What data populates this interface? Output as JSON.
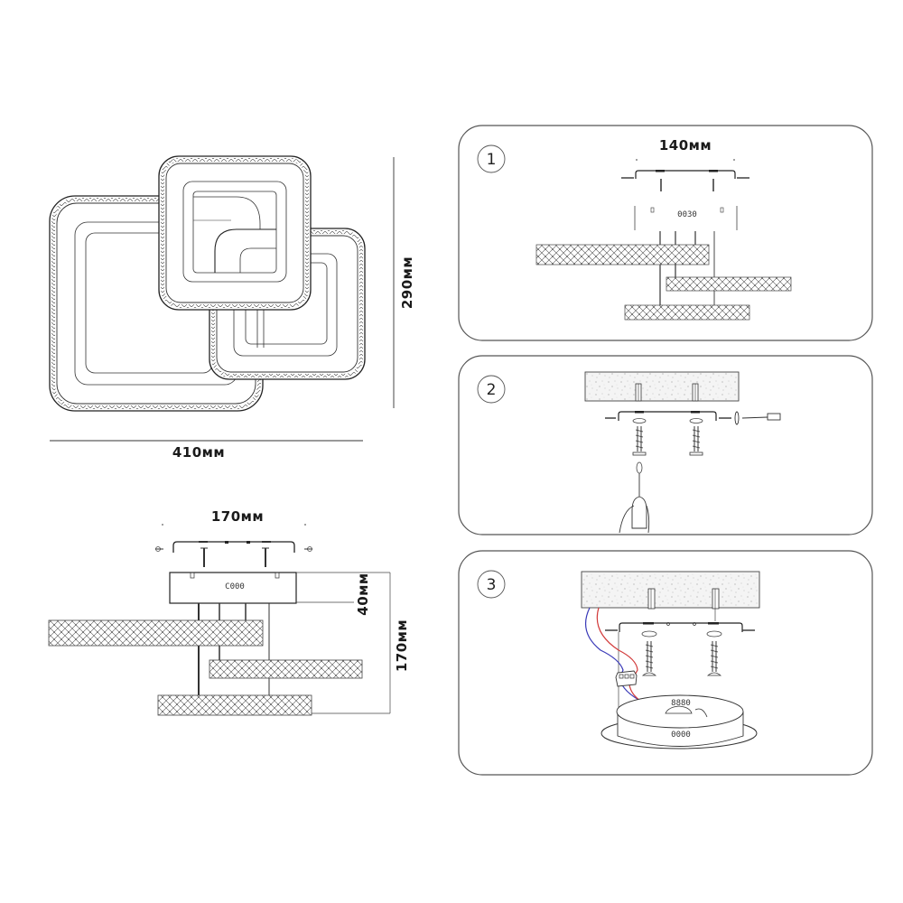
{
  "top_view": {
    "width_label": "410мм",
    "height_label": "290мм",
    "rings": [
      {
        "name": "large-left-ring"
      },
      {
        "name": "top-center-ring"
      },
      {
        "name": "right-small-ring"
      }
    ]
  },
  "side_view": {
    "bracket_width_label": "170мм",
    "canopy_height_label": "40мм",
    "total_height_label": "170мм",
    "canopy_code": "C000"
  },
  "steps": [
    {
      "number": "1",
      "description": "Exploded view: mounting bracket, canopy and three crystal rings",
      "bracket_width_label": "140мм",
      "canopy_code": "0030"
    },
    {
      "number": "2",
      "description": "Drill ceiling, insert dowels, fix mounting bracket with screws"
    },
    {
      "number": "3",
      "description": "Connect wires via terminal block and attach canopy to bracket",
      "driver_code_top": "8880",
      "driver_code_bottom": "0000",
      "wire_colors": {
        "live": "#d23a3a",
        "neutral": "#3a3ab8"
      }
    }
  ]
}
